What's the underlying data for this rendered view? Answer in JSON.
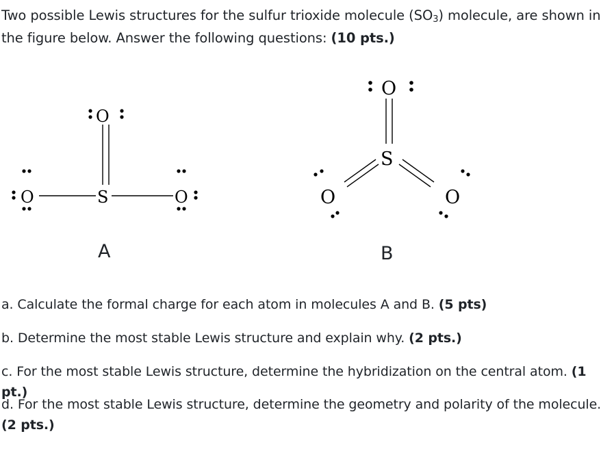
{
  "intro": {
    "text_before_sub": "Two possible Lewis structures for the sulfur trioxide molecule (SO",
    "subscript": "3",
    "text_after_sub": ") molecule, are shown in the figure below. Answer the following questions: ",
    "points": "(10 pts.)"
  },
  "structure_a": {
    "label": "A",
    "oxygen": "O",
    "sulfur": "S"
  },
  "structure_b": {
    "label": "B",
    "oxygen": "O",
    "sulfur": "S"
  },
  "questions": [
    {
      "text": "a. Calculate the formal charge for each atom in molecules A and B. ",
      "points": "(5 pts)"
    },
    {
      "text": "b. Determine the most stable Lewis structure and explain why. ",
      "points": "(2 pts.)"
    },
    {
      "text": "c. For the most stable Lewis structure, determine the hybridization on the central atom. ",
      "points": "(1 pt.)"
    },
    {
      "text": "d. For the most stable Lewis structure, determine the geometry and polarity of the molecule. ",
      "points": "(2 pts.)"
    }
  ]
}
